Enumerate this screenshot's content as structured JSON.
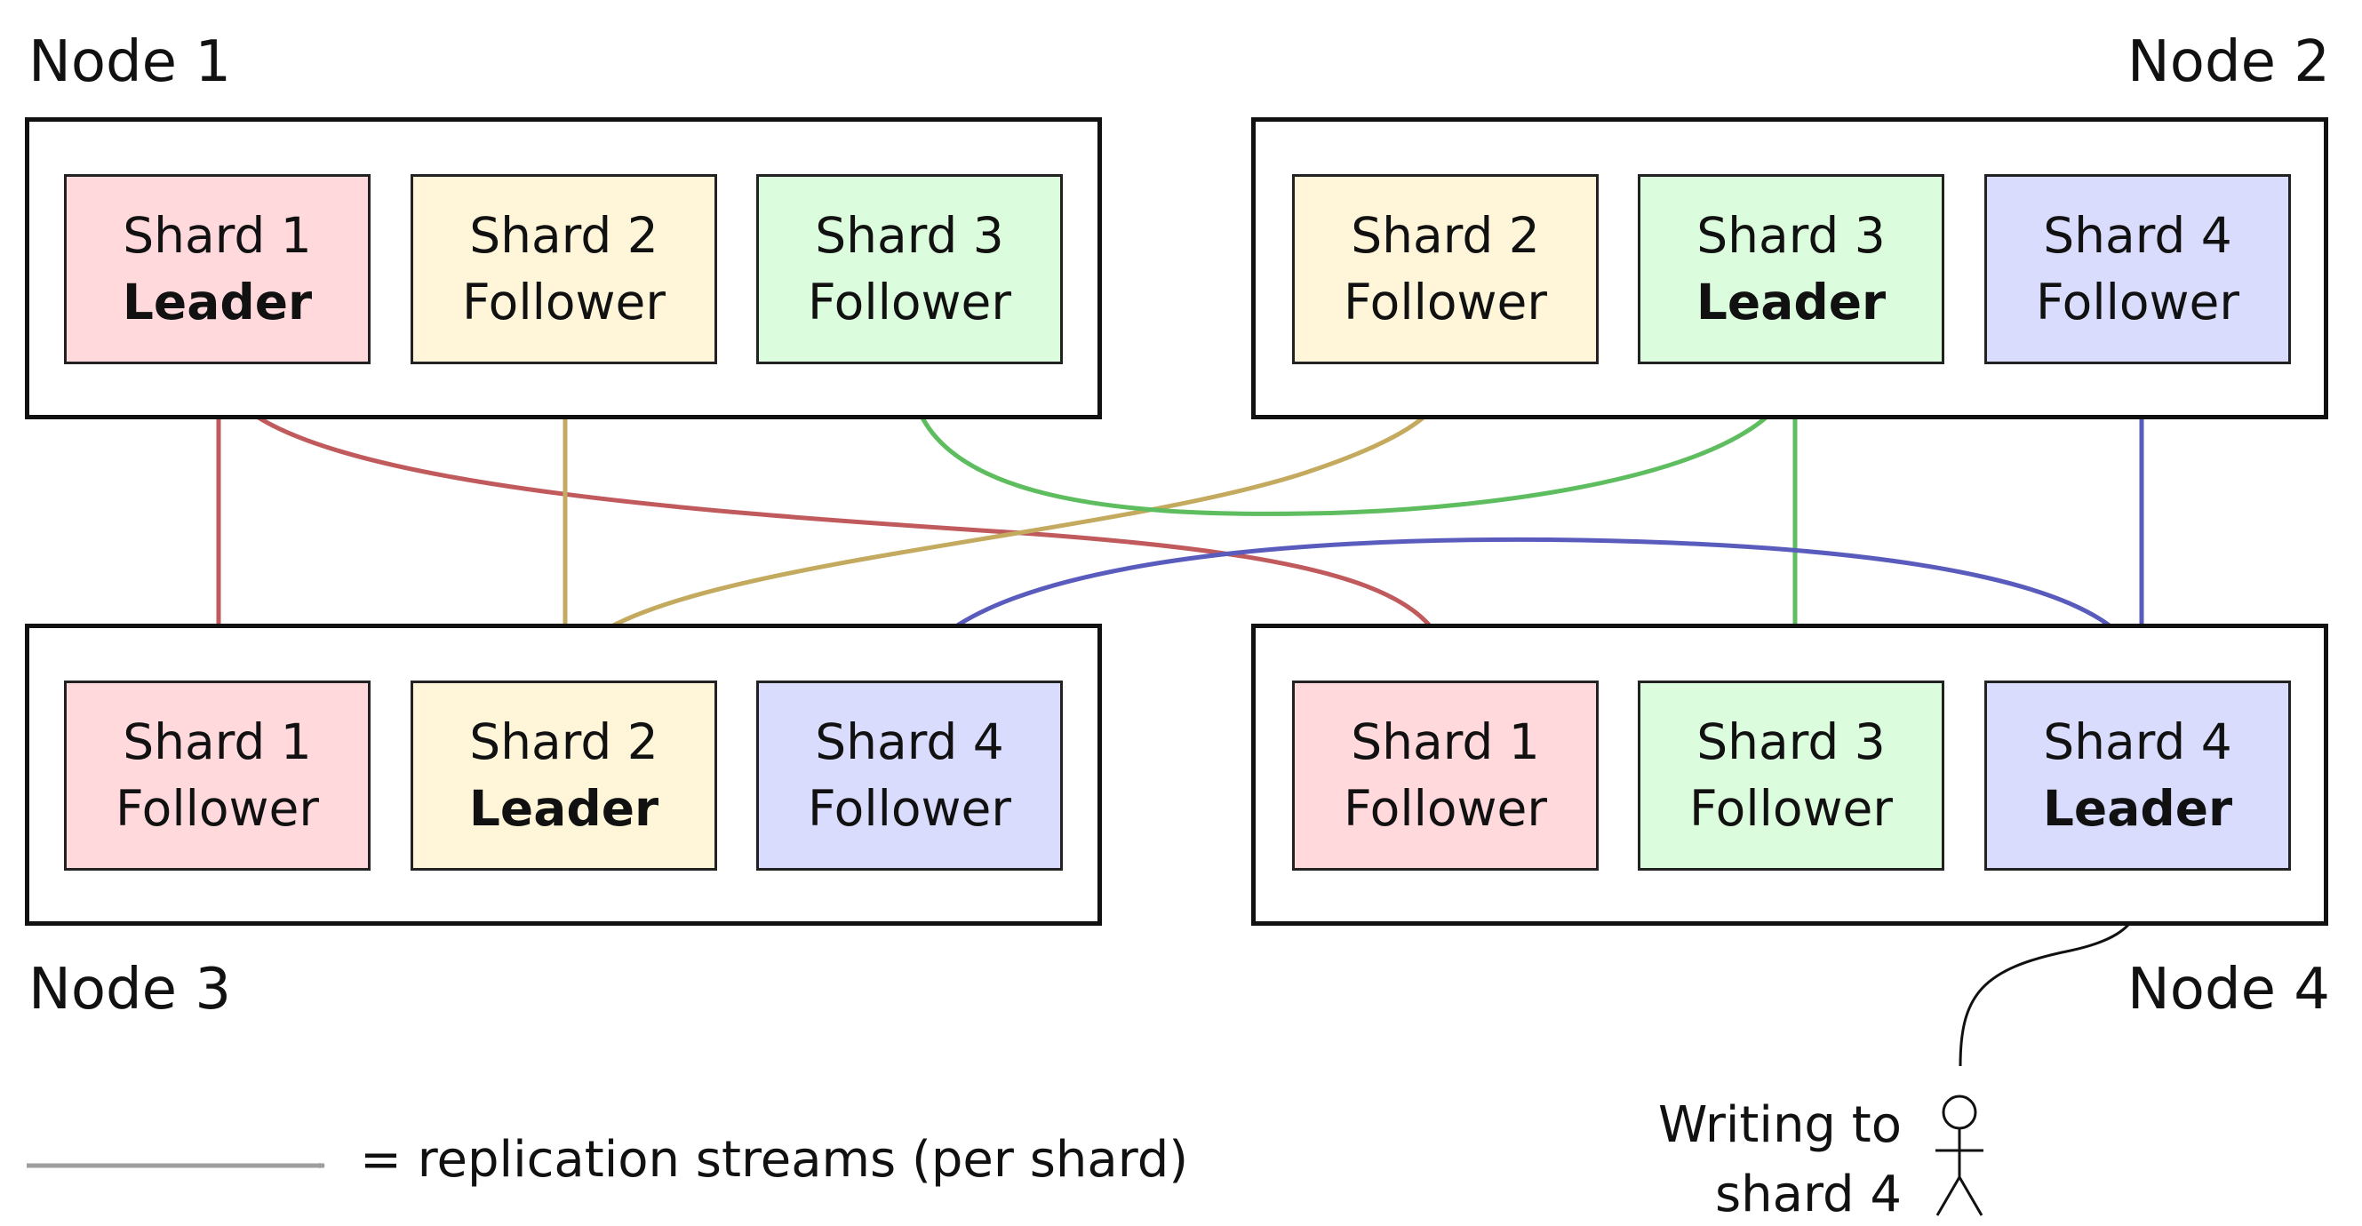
{
  "nodes": [
    {
      "label": "Node 1",
      "shards": [
        {
          "name": "Shard 1",
          "role": "Leader",
          "shard": 1
        },
        {
          "name": "Shard 2",
          "role": "Follower",
          "shard": 2
        },
        {
          "name": "Shard 3",
          "role": "Follower",
          "shard": 3
        }
      ]
    },
    {
      "label": "Node 2",
      "shards": [
        {
          "name": "Shard 2",
          "role": "Follower",
          "shard": 2
        },
        {
          "name": "Shard 3",
          "role": "Leader",
          "shard": 3
        },
        {
          "name": "Shard 4",
          "role": "Follower",
          "shard": 4
        }
      ]
    },
    {
      "label": "Node 3",
      "shards": [
        {
          "name": "Shard 1",
          "role": "Follower",
          "shard": 1
        },
        {
          "name": "Shard 2",
          "role": "Leader",
          "shard": 2
        },
        {
          "name": "Shard 4",
          "role": "Follower",
          "shard": 4
        }
      ]
    },
    {
      "label": "Node 4",
      "shards": [
        {
          "name": "Shard 1",
          "role": "Follower",
          "shard": 1
        },
        {
          "name": "Shard 3",
          "role": "Follower",
          "shard": 3
        },
        {
          "name": "Shard 4",
          "role": "Leader",
          "shard": 4
        }
      ]
    }
  ],
  "colors": {
    "shard1_fill": "#ffd9dc",
    "shard2_fill": "#fff6d9",
    "shard3_fill": "#dcfddd",
    "shard4_fill": "#d9dcfd",
    "shard1_stream": "#c05a5c",
    "shard2_stream": "#c4aa5e",
    "shard3_stream": "#5dbd5f",
    "shard4_stream": "#5a5cbd",
    "legend_stream": "#9e9e9e",
    "client_stream": "#111111"
  },
  "legend": {
    "label": "= replication streams (per shard)"
  },
  "writer": {
    "line1": "Writing to",
    "line2": "shard 4",
    "icon": "stick-figure-icon"
  }
}
